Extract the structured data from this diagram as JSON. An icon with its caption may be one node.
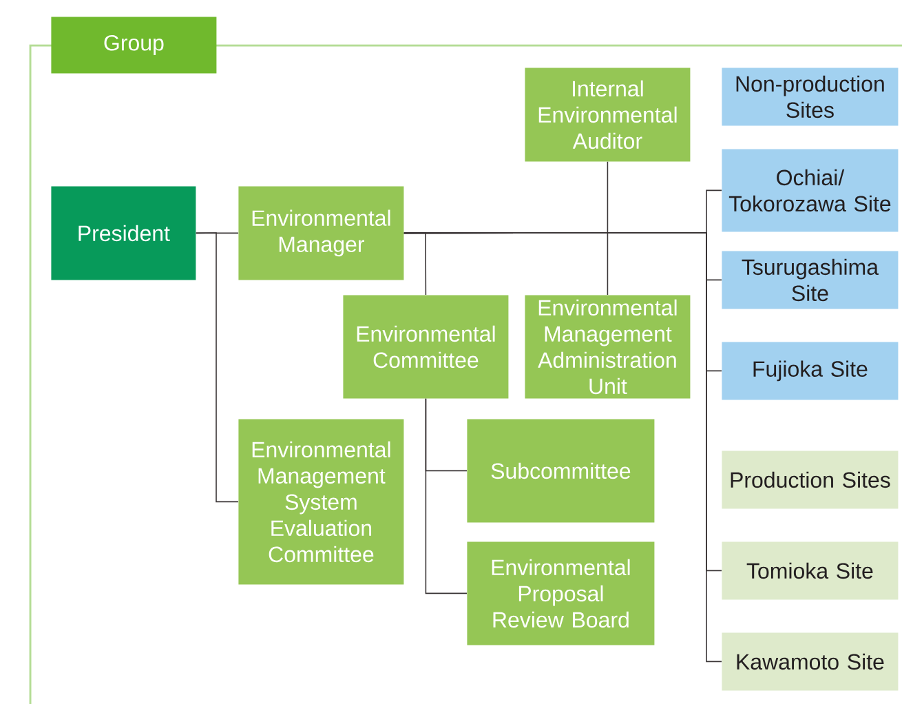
{
  "diagram": {
    "nodes": [
      {
        "text": [
          "Group"
        ]
      },
      {
        "text": [
          "President"
        ],
        "in": 0
      },
      {
        "text": [
          "Environmental Manager"
        ],
        "in": 0
      },
      {
        "text": [
          "Internal Environmental Auditor"
        ],
        "in": 0
      },
      {
        "text": [
          "Environmental Committee"
        ],
        "in": 0
      },
      {
        "text": [
          "Environmental Management Administration Unit"
        ],
        "in": 0
      },
      {
        "text": [
          "Environmental Management System Evaluation Committee"
        ],
        "in": 0
      },
      {
        "text": [
          "Subcommittee"
        ],
        "in": 0
      },
      {
        "text": [
          "Environmental Proposal Review Board"
        ],
        "in": 0
      },
      {
        "text": [
          "Non-production Sites"
        ],
        "in": 0
      },
      {
        "text": [
          "Ochiai/ Tokorozawa Site"
        ],
        "in": 0
      },
      {
        "text": [
          "Tsurugashima Site"
        ],
        "in": 0
      },
      {
        "text": [
          "Fujioka Site"
        ],
        "in": 0
      },
      {
        "text": [
          "Production Sites"
        ],
        "in": 0
      },
      {
        "text": [
          "Tomioka Site"
        ],
        "in": 0
      },
      {
        "text": [
          "Kawamoto Site"
        ],
        "in": 0
      }
    ],
    "edges": [
      {
        "from": 1,
        "to": 2,
        "arrow": "none"
      },
      {
        "from": 1,
        "to": 6,
        "arrow": "none"
      },
      {
        "from": 2,
        "to": 4,
        "arrow": "none"
      },
      {
        "from": 3,
        "to": 5,
        "arrow": "none"
      },
      {
        "from": 2,
        "to": 10,
        "arrow": "none"
      },
      {
        "from": 2,
        "to": 11,
        "arrow": "none"
      },
      {
        "from": 2,
        "to": 12,
        "arrow": "none"
      },
      {
        "from": 2,
        "to": 14,
        "arrow": "none"
      },
      {
        "from": 2,
        "to": 15,
        "arrow": "none"
      },
      {
        "from": 4,
        "to": 7,
        "arrow": "none"
      },
      {
        "from": 4,
        "to": 8,
        "arrow": "none"
      }
    ]
  }
}
